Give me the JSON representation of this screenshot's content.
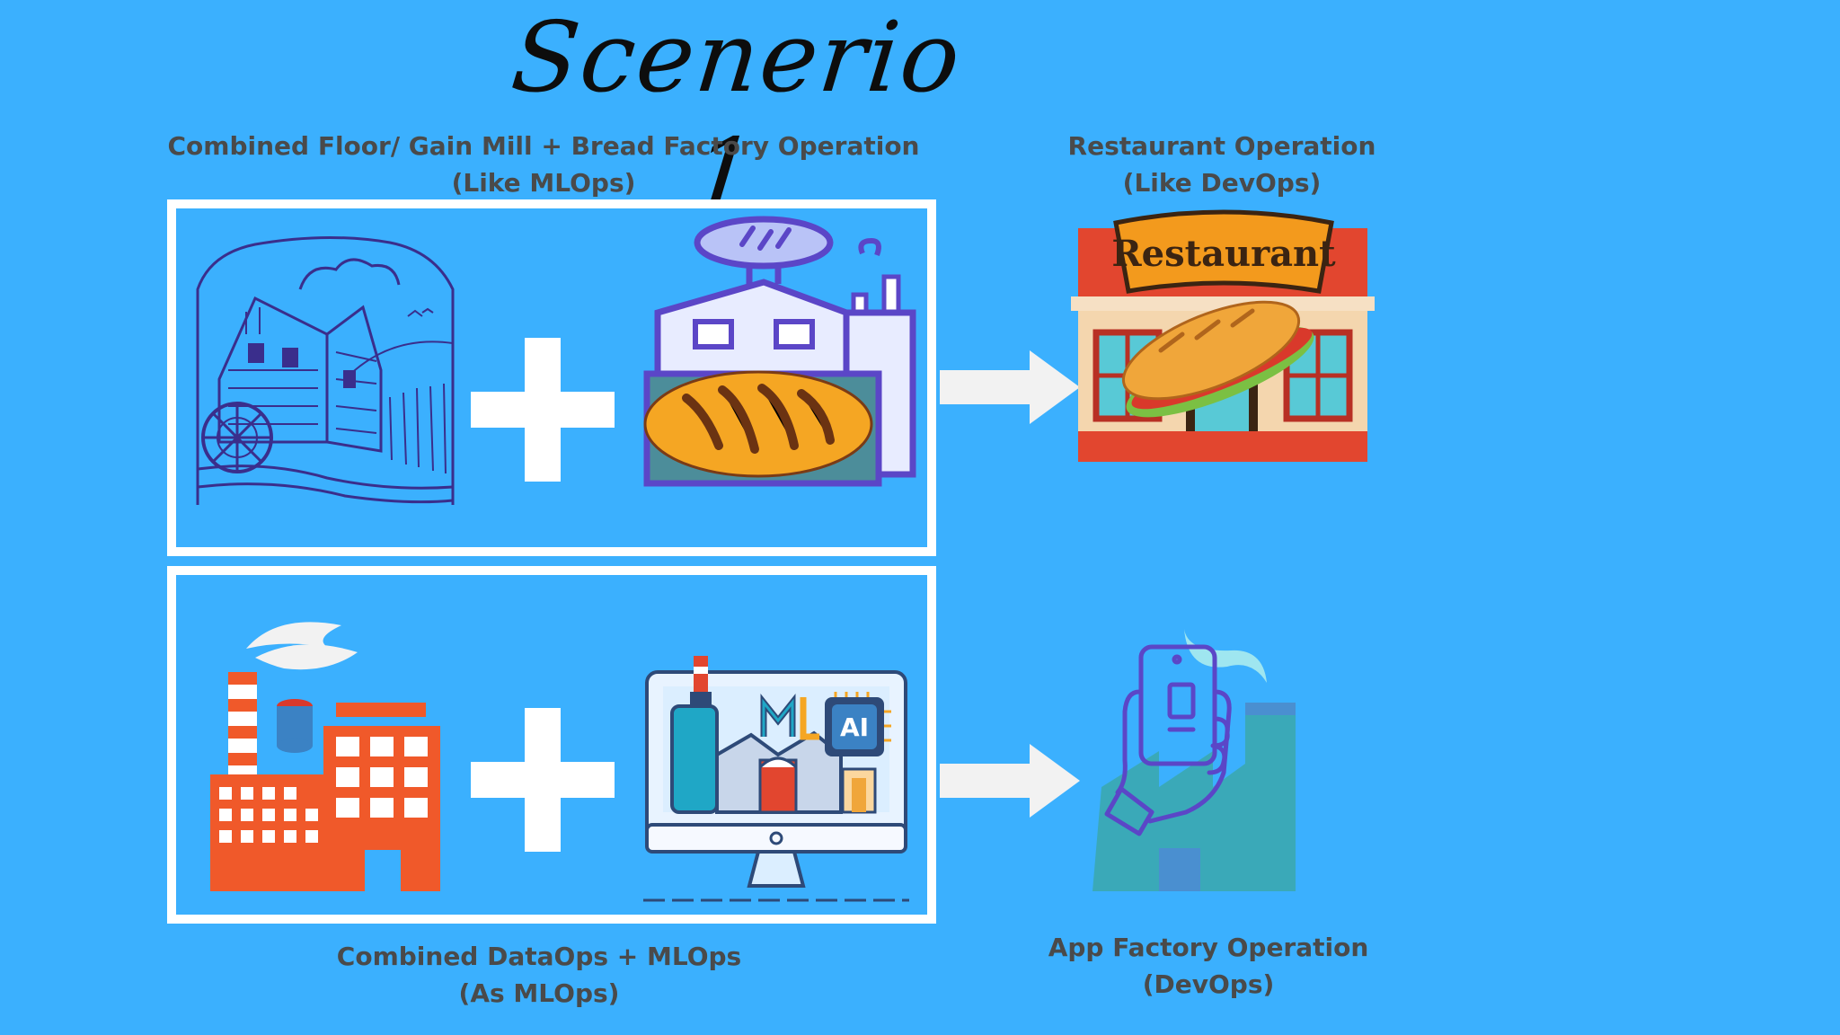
{
  "title": "Scenerio 1",
  "captions": {
    "top_left": {
      "line1": "Combined Floor/ Gain Mill + Bread Factory Operation",
      "line2": "(Like MLOps)"
    },
    "top_right": {
      "line1": "Restaurant  Operation",
      "line2": "(Like DevOps)"
    },
    "bottom_left": {
      "line1": "Combined DataOps + MLOps",
      "line2": "(As MLOps)"
    },
    "bottom_right": {
      "line1": "App Factory Operation",
      "line2": "(DevOps)"
    }
  },
  "restaurant_sign": "Restaurant",
  "ai_chip_label": "AI",
  "ml_label": "ML",
  "colors": {
    "background": "#3bb0fe",
    "frame": "#ffffff",
    "caption_text": "#4a4a4a",
    "plus_sign": "#ffffff",
    "arrow": "#f2f2f2",
    "factory_orange": "#f0592a",
    "mill_ink": "#3a2e8c",
    "bread": "#f5a623",
    "restaurant_red": "#e2462f",
    "app_factory_teal": "#3aa9b8"
  },
  "icons": [
    "water-mill-icon",
    "plus-icon",
    "bread-factory-icon",
    "arrow-right-icon",
    "restaurant-icon",
    "data-factory-icon",
    "ml-computer-icon",
    "app-factory-icon"
  ]
}
